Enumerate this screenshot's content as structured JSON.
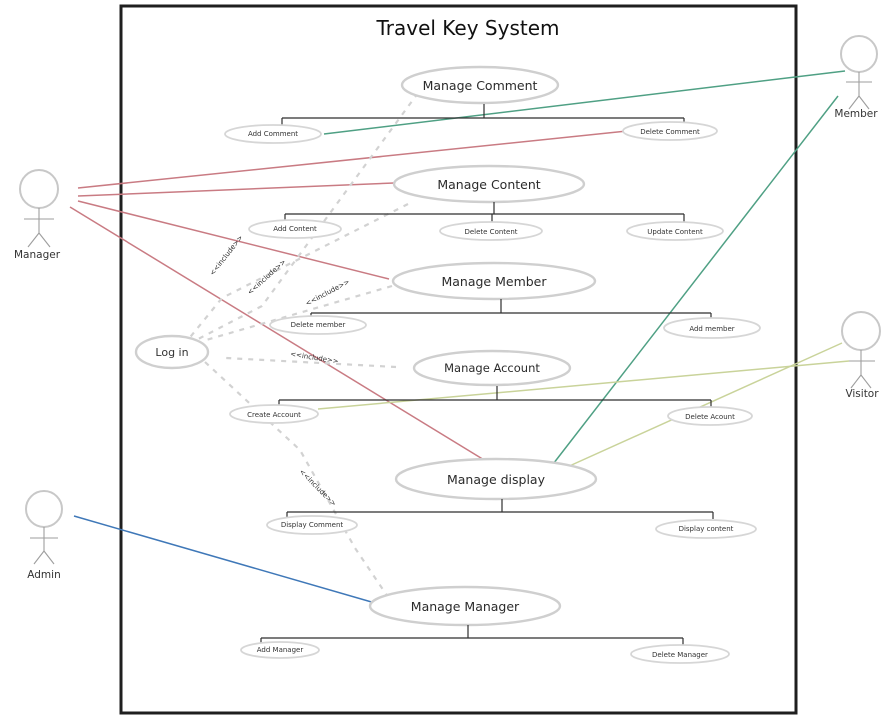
{
  "title": "Travel Key System",
  "actors": {
    "manager": "Manager",
    "member": "Member",
    "visitor": "Visitor",
    "admin": "Admin"
  },
  "login": "Log in",
  "stereotype": "<<include>>",
  "use_cases": {
    "manage_comment": {
      "label": "Manage Comment",
      "children": [
        "Add Comment",
        "Delete Comment"
      ]
    },
    "manage_content": {
      "label": "Manage Content",
      "children": [
        "Add Content",
        "Delete Content",
        "Update Content"
      ]
    },
    "manage_member": {
      "label": "Manage Member",
      "children": [
        "Delete member",
        "Add member"
      ]
    },
    "manage_account": {
      "label": "Manage Account",
      "children": [
        "Create Account",
        "Delete Acount"
      ]
    },
    "manage_display": {
      "label": "Manage display",
      "children": [
        "Display Comment",
        "Display content"
      ]
    },
    "manage_manager": {
      "label": "Manage Manager",
      "children": [
        "Add Manager",
        "Delete Manager"
      ]
    }
  },
  "colors": {
    "manager_link": "#c97b83",
    "member_link": "#4fa084",
    "visitor_link": "#c9d39a",
    "admin_link": "#3f78b8"
  }
}
